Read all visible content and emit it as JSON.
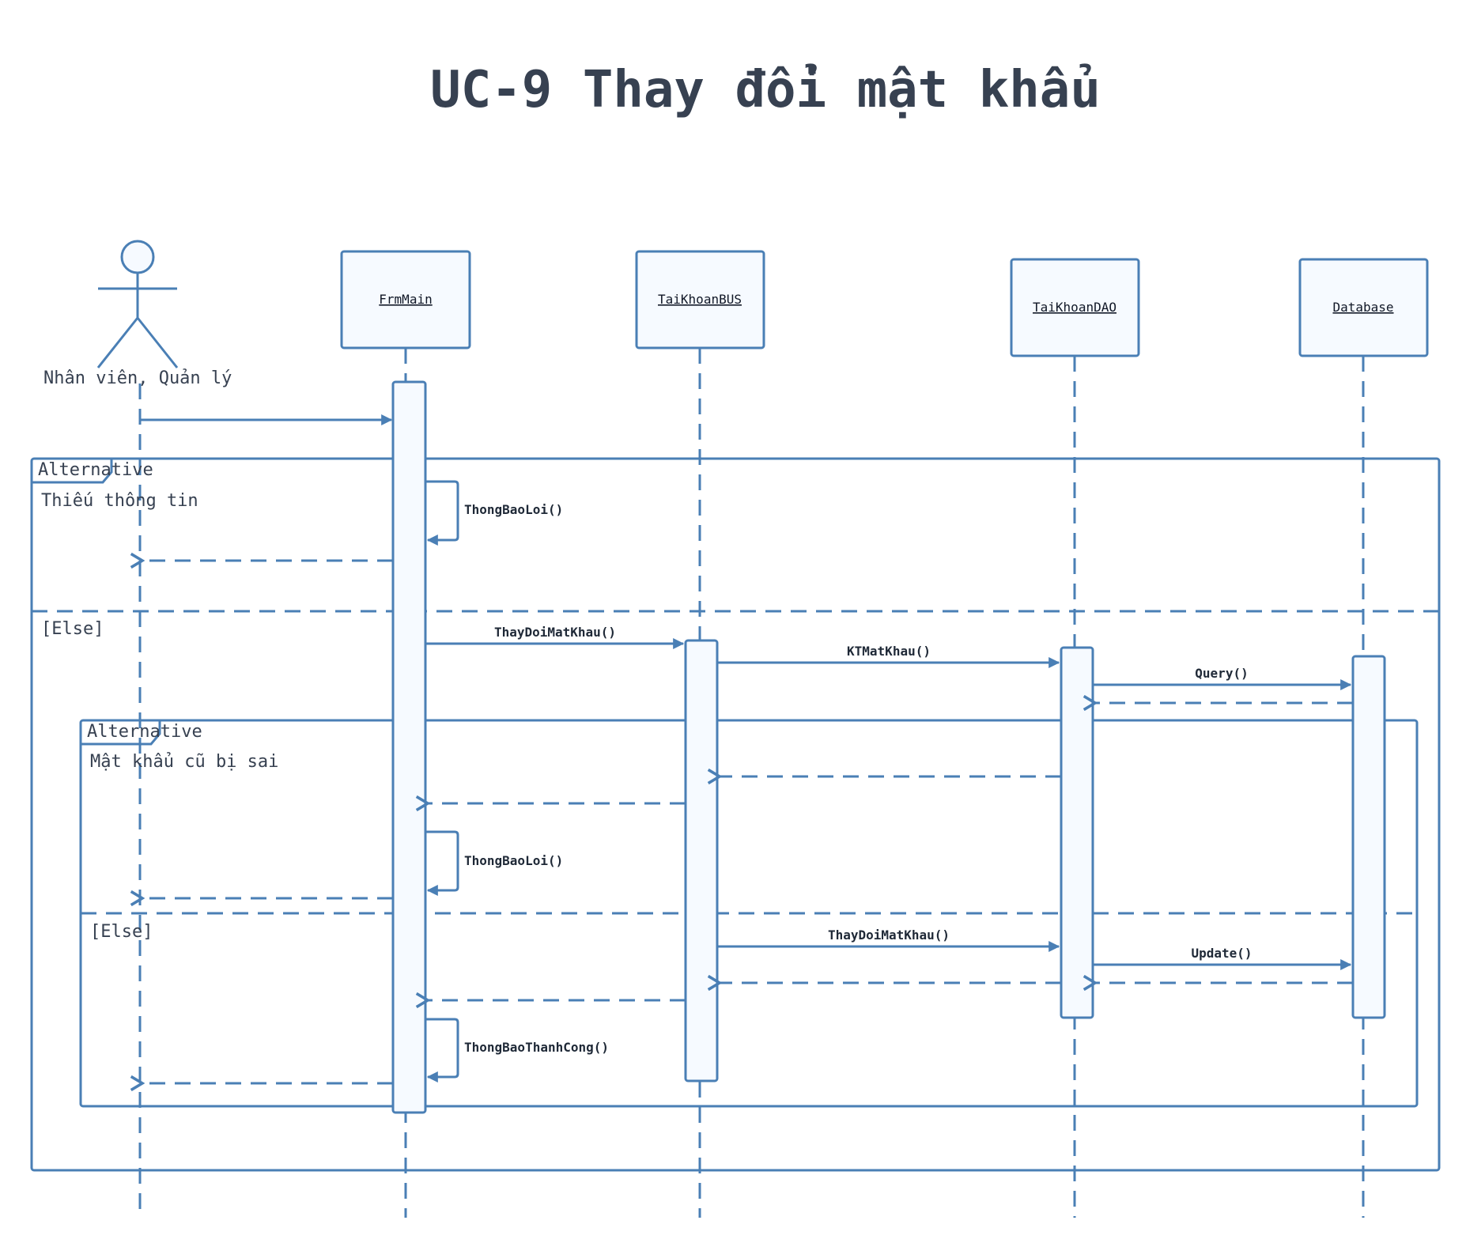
{
  "title": "UC-9 Thay đổi mật khẩu",
  "actor": {
    "label": "Nhân viên, Quản lý"
  },
  "participants": {
    "frmmain": "FrmMain",
    "taikhoanbus": "TaiKhoanBUS",
    "taikhoandao": "TaiKhoanDAO",
    "database": "Database"
  },
  "frames": {
    "outer": {
      "kind": "Alternative",
      "guard1": "Thiếu thông tin",
      "guard2": "[Else]"
    },
    "inner": {
      "kind": "Alternative",
      "guard1": "Mật khẩu cũ bị sai",
      "guard2": "[Else]"
    }
  },
  "messages": {
    "thongbaoloi_1": "ThongBaoLoi()",
    "thaydoimatkhau_1": "ThayDoiMatKhau()",
    "ktmatkhau": "KTMatKhau()",
    "query": "Query()",
    "thongbaoloi_2": "ThongBaoLoi()",
    "thaydoimatkhau_2": "ThayDoiMatKhau()",
    "update": "Update()",
    "thongbaothanhcong": "ThongBaoThanhCong()"
  },
  "colors": {
    "line": "#4a7fb5",
    "box_fill": "#f6faff",
    "title_text": "#374151"
  }
}
